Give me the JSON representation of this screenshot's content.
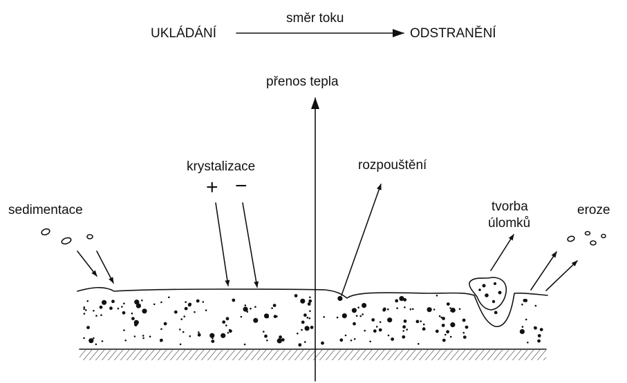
{
  "flow": {
    "left_label": "UKLÁDÁNÍ",
    "arrow_label": "směr toku",
    "right_label": "ODSTRANĚNÍ"
  },
  "axis_label": "přenos tepla",
  "processes": {
    "sedimentation": "sedimentace",
    "crystallization": "krystalizace",
    "plus_sign": "+",
    "minus_sign": "−",
    "dissolution": "rozpouštění",
    "fragmentation_line1": "tvorba",
    "fragmentation_line2": "úlomků",
    "erosion": "eroze"
  },
  "colors": {
    "ink": "#111111",
    "background": "#ffffff"
  }
}
